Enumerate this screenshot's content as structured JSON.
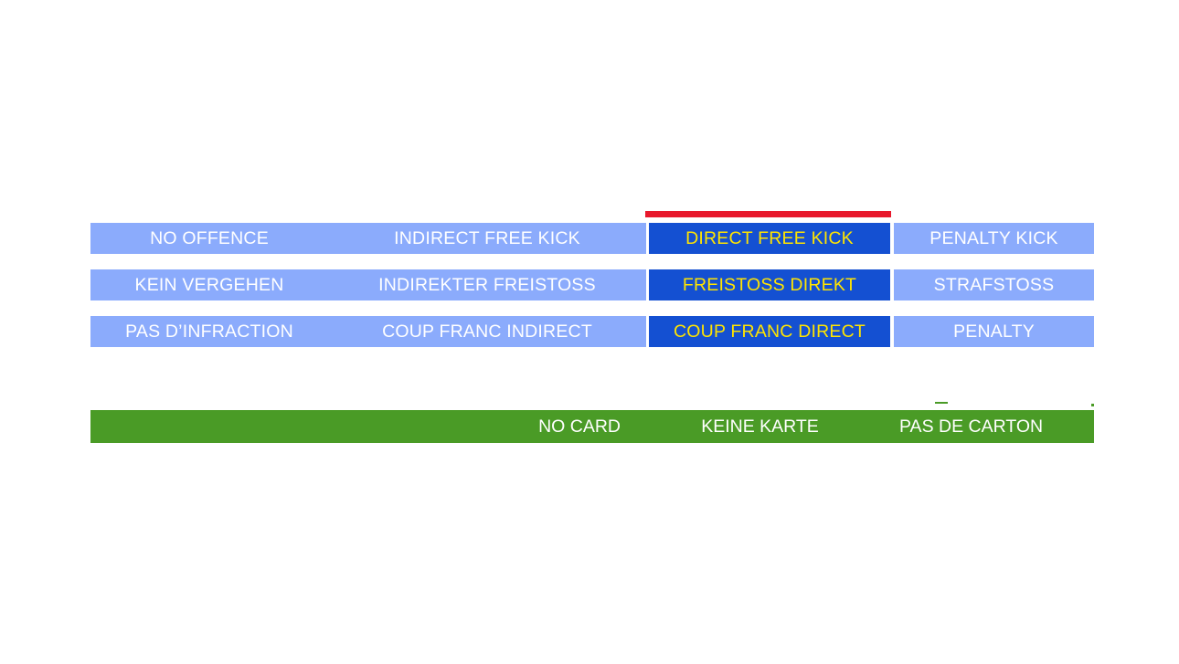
{
  "colors": {
    "light_blue": "#8babfc",
    "highlight_blue": "#1450d2",
    "highlight_text": "#ffe400",
    "red_marker": "#e8192c",
    "green": "#4a9b26",
    "white_text": "#ffffff",
    "background": "#ffffff"
  },
  "sanction_matrix": {
    "rows": [
      {
        "language": "english",
        "cells": [
          {
            "label": "NO OFFENCE",
            "style": "light"
          },
          {
            "label": "INDIRECT FREE KICK",
            "style": "light"
          },
          {
            "label": "DIRECT FREE KICK",
            "style": "highlight"
          },
          {
            "label": "PENALTY KICK",
            "style": "light"
          }
        ]
      },
      {
        "language": "german",
        "cells": [
          {
            "label": "KEIN VERGEHEN",
            "style": "light"
          },
          {
            "label": "INDIREKTER FREISTOSS",
            "style": "light"
          },
          {
            "label": "FREISTOSS DIREKT",
            "style": "highlight"
          },
          {
            "label": "STRAFSTOSS",
            "style": "light"
          }
        ]
      },
      {
        "language": "french",
        "cells": [
          {
            "label": "PAS D’INFRACTION",
            "style": "light"
          },
          {
            "label": "COUP FRANC INDIRECT",
            "style": "light"
          },
          {
            "label": "COUP FRANC DIRECT",
            "style": "highlight"
          },
          {
            "label": "PENALTY",
            "style": "light"
          }
        ]
      }
    ],
    "marker": {
      "name": "red-emphasis-bar",
      "over_column": "DIRECT FREE KICK"
    }
  },
  "card_bar": {
    "cells": [
      {
        "label": "NO CARD",
        "language": "english"
      },
      {
        "label": "KEINE KARTE",
        "language": "german"
      },
      {
        "label": "PAS DE CARTON",
        "language": "french"
      }
    ],
    "tick_marks": [
      {
        "name": "green-dash-mark"
      },
      {
        "name": "green-dot-mark"
      }
    ]
  }
}
